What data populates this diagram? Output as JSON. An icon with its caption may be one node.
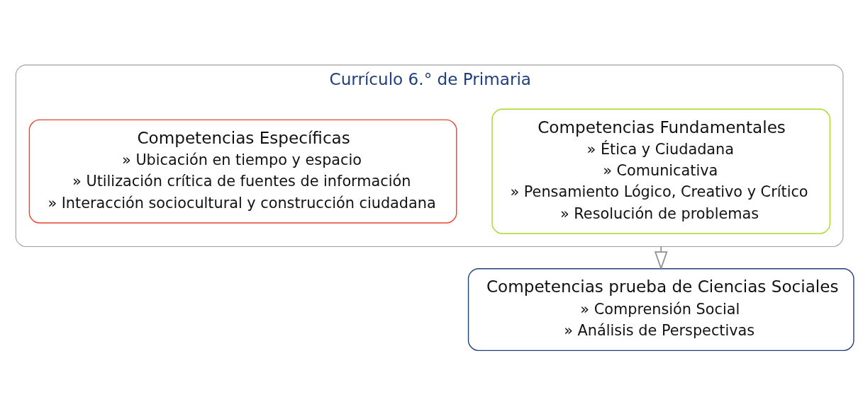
{
  "diagram": {
    "nodes": [
      {
        "text": [
          "Currículo 6.° de Primaria"
        ]
      },
      {
        "text": [
          "Competencias Fundamentales",
          "» Ética y Ciudadana",
          "» Comunicativa",
          "» Pensamiento Lógico, Creativo y Crítico",
          "» Resolución de problemas"
        ],
        "in": 0
      },
      {
        "text": [
          "Competencias Específicas",
          "» Ubicación en tiempo y espacio",
          "» Utilización crítica de fuentes de información",
          "» Interacción sociocultural y construcción ciudadana"
        ],
        "in": 0
      },
      {
        "text": [
          "Competencias prueba de Ciencias Sociales",
          "» Comprensión Social",
          "» Análisis de Perspectivas"
        ]
      }
    ],
    "edges": [
      {
        "from": 0,
        "to": 3,
        "arrow": "to"
      }
    ]
  }
}
